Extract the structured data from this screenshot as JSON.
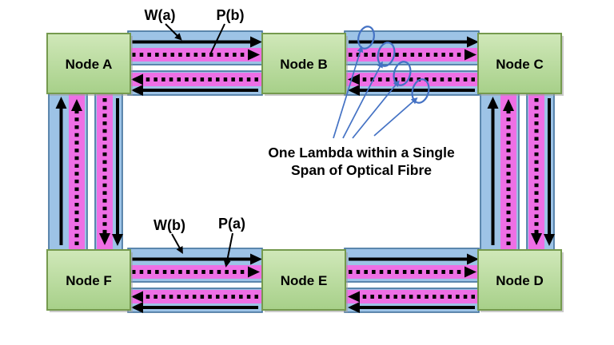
{
  "colors": {
    "fibre_blue": "#9dc3e6",
    "fibre_blue_border": "#41719c",
    "lambda_pink": "#ee6fe5",
    "node_green": "#b5d99c",
    "node_border": "#759a4e",
    "callout_blue": "#4472c4",
    "arrow_black": "#000000"
  },
  "nodes": [
    {
      "id": "A",
      "label": "Node A"
    },
    {
      "id": "B",
      "label": "Node B"
    },
    {
      "id": "C",
      "label": "Node C"
    },
    {
      "id": "D",
      "label": "Node D"
    },
    {
      "id": "E",
      "label": "Node E"
    },
    {
      "id": "F",
      "label": "Node F"
    }
  ],
  "labels": {
    "working_a": "W(a)",
    "protection_b": "P(b)",
    "working_b": "W(b)",
    "protection_a": "P(a)"
  },
  "callout": {
    "line1": "One Lambda within a Single",
    "line2": "Span of Optical Fibre"
  }
}
